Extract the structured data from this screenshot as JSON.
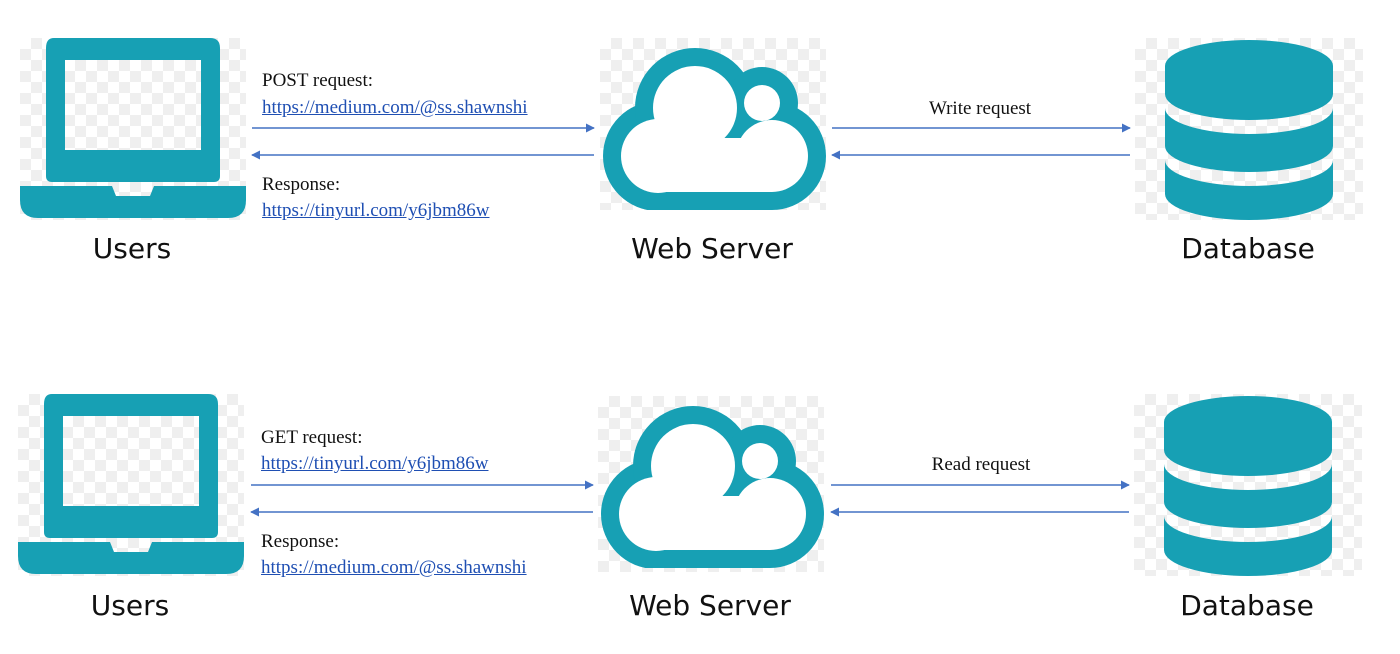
{
  "colors": {
    "icon": "#17a0b4",
    "arrow": "#4472c4",
    "link": "#1f4fb3"
  },
  "icons": {
    "client": "laptop-icon",
    "server": "cloud-icon",
    "store": "database-icon"
  },
  "write_flow": {
    "users_label": "Users",
    "server_label": "Web Server",
    "database_label": "Database",
    "request_title": "POST request:",
    "request_url": "https://medium.com/@ss.shawnshi",
    "response_title": "Response:",
    "response_url": "https://tinyurl.com/y6jbm86w",
    "db_action": "Write request"
  },
  "read_flow": {
    "users_label": "Users",
    "server_label": "Web Server",
    "database_label": "Database",
    "request_title": "GET request:",
    "request_url": "https://tinyurl.com/y6jbm86w",
    "response_title": "Response:",
    "response_url": "https://medium.com/@ss.shawnshi",
    "db_action": "Read request"
  }
}
